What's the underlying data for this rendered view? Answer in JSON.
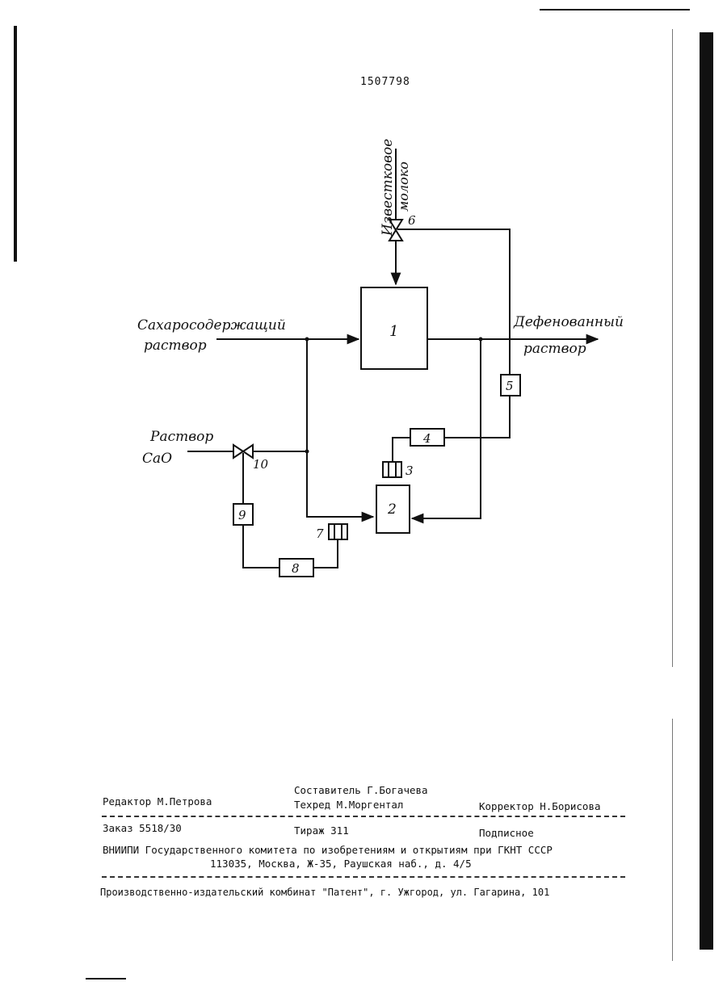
{
  "patent_number": "1507798",
  "diagram": {
    "inputs": {
      "lime_milk": [
        "Известковое",
        "молоко"
      ],
      "sugar_solution": [
        "Сахаросодержащий",
        "раствор"
      ],
      "cao_solution": [
        "Раствор",
        "CaO"
      ]
    },
    "output": [
      "Дефенованный",
      "раствор"
    ],
    "units": [
      "1",
      "2",
      "3",
      "4",
      "5",
      "8",
      "9"
    ],
    "sensors": [
      "3",
      "7"
    ],
    "valves": [
      "6",
      "10"
    ]
  },
  "imprint": {
    "editor": "Редактор М.Петрова",
    "compiler": "Составитель Г.Богачева",
    "techred": "Техред М.Моргентал",
    "corrector": "Корректор Н.Борисова",
    "order": "Заказ 5518/30",
    "circulation": "Тираж 311",
    "subscription": "Подписное",
    "organization": "ВНИИПИ Государственного комитета по изобретениям и открытиям при ГКНТ СССР",
    "address": "113035, Москва, Ж-35, Раушская наб., д. 4/5",
    "printer": "Производственно-издательский комбинат \"Патент\", г. Ужгород, ул. Гагарина, 101"
  }
}
